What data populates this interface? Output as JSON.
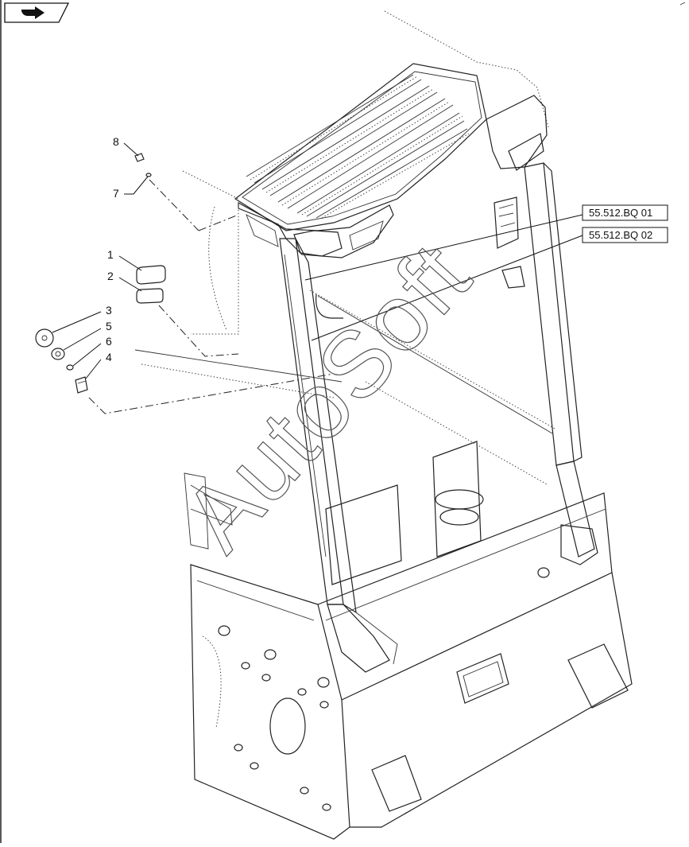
{
  "nav_icon": "next-page-arrow-icon",
  "callouts": [
    {
      "id": "8",
      "label": "8"
    },
    {
      "id": "7",
      "label": "7"
    },
    {
      "id": "1",
      "label": "1"
    },
    {
      "id": "2",
      "label": "2"
    },
    {
      "id": "3",
      "label": "3"
    },
    {
      "id": "5",
      "label": "5"
    },
    {
      "id": "6",
      "label": "6"
    },
    {
      "id": "4",
      "label": "4"
    }
  ],
  "references": [
    {
      "label": "55.512.BQ 01"
    },
    {
      "label": "55.512.BQ 02"
    }
  ],
  "watermark": "AutoSoft"
}
